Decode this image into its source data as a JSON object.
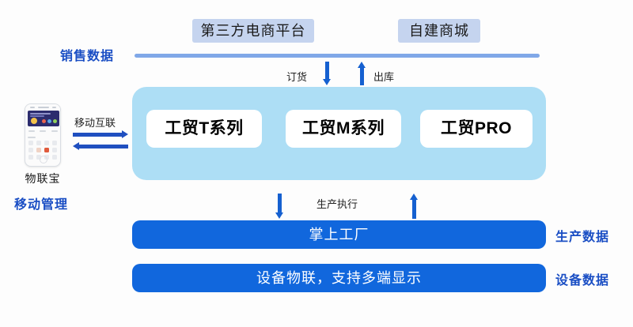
{
  "diagram": {
    "title": "ERP Product Architecture Flow",
    "colors": {
      "accent_blue": "#1167dd",
      "panel_light_blue": "#addef5",
      "badge_blue": "#c5d4ef",
      "label_blue": "#1a4ec4",
      "divider_blue": "#80a8e8",
      "arrow_blue": "#1560d0"
    }
  },
  "channels": {
    "third_party_platform": "第三方电商平台",
    "self_built_mall": "自建商城"
  },
  "side_labels": {
    "sales_data": "销售数据",
    "mobile_management": "移动管理",
    "production_data": "生产数据",
    "device_data": "设备数据"
  },
  "flows": {
    "order": "订货",
    "outbound": "出库",
    "mobile_internet": "移动互联",
    "production_execution": "生产执行"
  },
  "erp_panel": {
    "products": [
      {
        "name": "工贸T系列"
      },
      {
        "name": "工贸M系列"
      },
      {
        "name": "工贸PRO"
      }
    ]
  },
  "bars": {
    "factory": "掌上工厂",
    "device": "设备物联，支持多端显示"
  },
  "mobile": {
    "app_name": "物联宝"
  }
}
